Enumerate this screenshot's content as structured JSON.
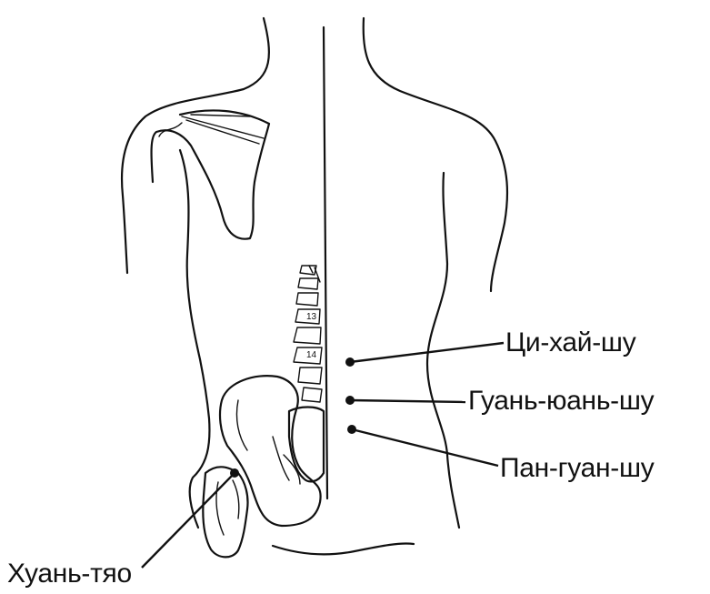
{
  "points": [
    {
      "id": "qi-hai-shu",
      "label": "Ци-хай-шу"
    },
    {
      "id": "guan-yuan-shu",
      "label": "Гуань-юань-шу"
    },
    {
      "id": "pang-guang-shu",
      "label": "Пан-гуан-шу"
    },
    {
      "id": "huan-tiao",
      "label": "Хуань-тяо"
    }
  ],
  "spine": {
    "vertebra_labels": [
      "13",
      "14"
    ]
  },
  "colors": {
    "ink": "#111111",
    "background": "#ffffff"
  }
}
